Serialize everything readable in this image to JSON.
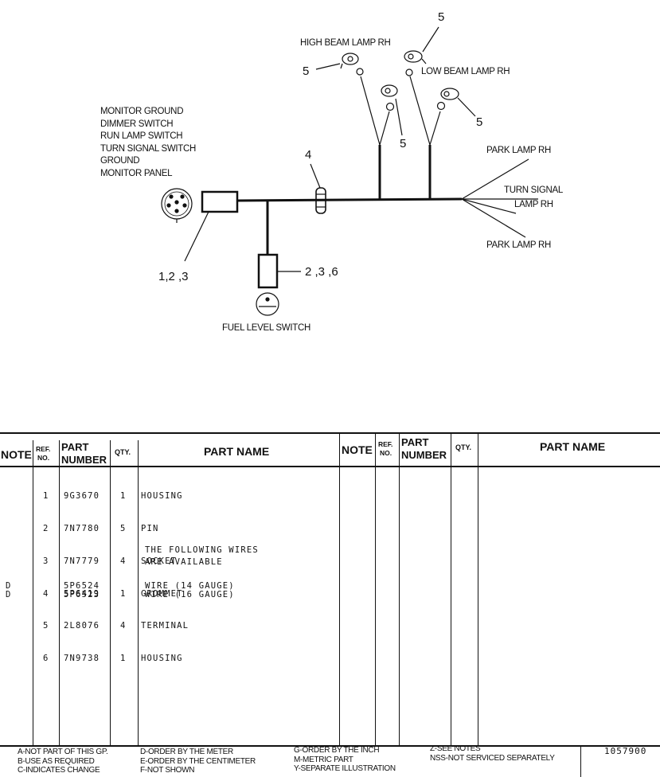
{
  "diagram": {
    "callouts": {
      "high_beam_lamp": "HIGH BEAM  LAMP RH",
      "low_beam_lamp": "LOW BEAM LAMP RH",
      "park_lamp_upper": "PARK LAMP RH",
      "turn_signal_line1": "TURN SIGNAL",
      "turn_signal_line2": "LAMP RH",
      "park_lamp_lower": "PARK LAMP RH",
      "fuel_level_switch": "FUEL LEVEL SWITCH"
    },
    "monitor_connector_labels": [
      "MONITOR GROUND",
      "DIMMER SWITCH",
      "RUN LAMP SWITCH",
      "TURN SIGNAL SWITCH",
      "GROUND",
      "MONITOR PANEL"
    ],
    "ref_numbers": {
      "n5_top": "5",
      "n5_left": "5",
      "n5_mid": "5",
      "n5_right": "5",
      "n4": "4",
      "n123": "1,2 ,3",
      "n236": "2 ,3 ,6"
    }
  },
  "table": {
    "headers": {
      "note": "NOTE",
      "ref_line1": "REF.",
      "ref_line2": "NO.",
      "part_line1": "PART",
      "part_line2": "NUMBER",
      "qty": "QTY.",
      "part_name": "PART NAME"
    },
    "rows": [
      {
        "note": "",
        "ref": "1",
        "part_number": "9G3670",
        "qty": "1",
        "name": "HOUSING"
      },
      {
        "note": "",
        "ref": "2",
        "part_number": "7N7780",
        "qty": "5",
        "name": "PIN"
      },
      {
        "note": "",
        "ref": "3",
        "part_number": "7N7779",
        "qty": "4",
        "name": "SOCKET"
      },
      {
        "note": "",
        "ref": "4",
        "part_number": "5P6419",
        "qty": "1",
        "name": "GROMMET"
      },
      {
        "note": "",
        "ref": "5",
        "part_number": "2L8076",
        "qty": "4",
        "name": "TERMINAL"
      },
      {
        "note": "",
        "ref": "6",
        "part_number": "7N9738",
        "qty": "1",
        "name": "HOUSING"
      }
    ],
    "note_line1": "THE FOLLOWING WIRES",
    "note_line2": "ARE AVAILABLE",
    "wire_rows": [
      {
        "note": "D",
        "part_number": "5P6524",
        "name": "WIRE (14 GAUGE)"
      },
      {
        "note": "D",
        "part_number": "5P6523",
        "name": "WIRE (16 GAUGE)"
      }
    ]
  },
  "footer": {
    "col1": [
      "A-NOT PART OF THIS GP.",
      "B-USE AS REQUIRED",
      "C-INDICATES CHANGE"
    ],
    "col2": [
      "D-ORDER BY THE METER",
      "E-ORDER BY THE CENTIMETER",
      "F-NOT SHOWN"
    ],
    "col3": [
      "G-ORDER BY THE INCH",
      "M-METRIC PART",
      "Y-SEPARATE ILLUSTRATION"
    ],
    "col4": [
      "Z-SEE NOTES",
      "NSS-NOT SERVICED SEPARATELY"
    ],
    "drawing_number": "1057900"
  }
}
